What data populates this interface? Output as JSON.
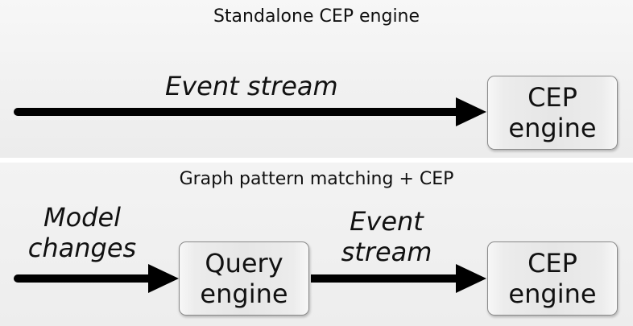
{
  "top_panel": {
    "title": "Standalone CEP engine",
    "arrow_label": "Event stream",
    "cep_box": {
      "line1": "CEP",
      "line2": "engine"
    }
  },
  "bottom_panel": {
    "title": "Graph pattern matching + CEP",
    "input_label": {
      "line1": "Model",
      "line2": "changes"
    },
    "query_box": {
      "line1": "Query",
      "line2": "engine"
    },
    "stream_label": {
      "line1": "Event",
      "line2": "stream"
    },
    "cep_box": {
      "line1": "CEP",
      "line2": "engine"
    }
  },
  "colors": {
    "arrow": "#000000",
    "box_border": "#8a8a8a",
    "panel_background": "#efefef"
  }
}
